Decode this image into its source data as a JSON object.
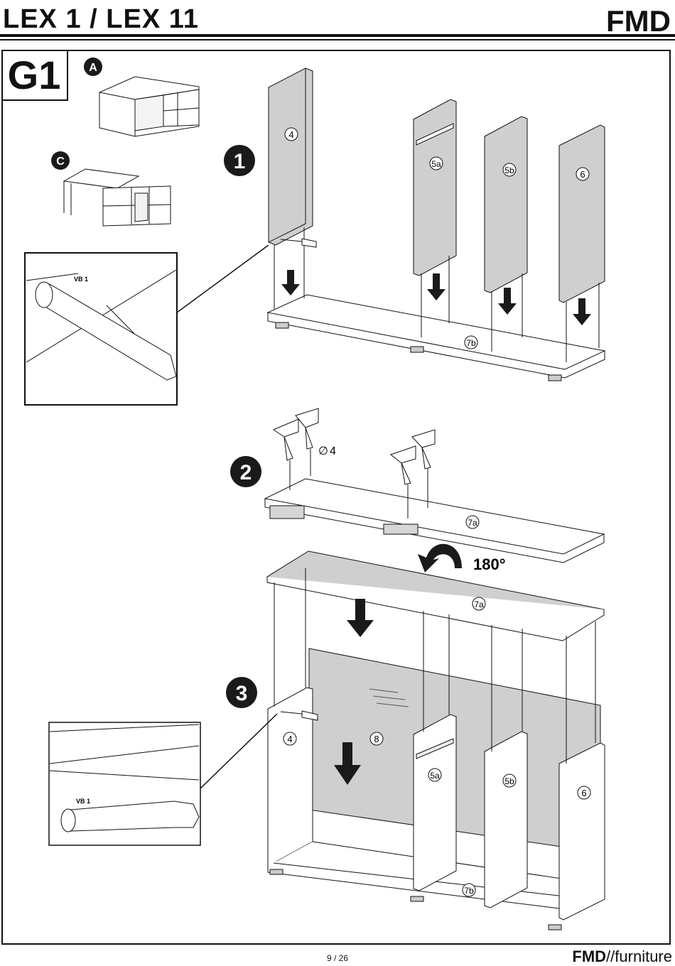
{
  "header": {
    "title": "LEX 1 / LEX 11",
    "brand": "FMD"
  },
  "section": {
    "label": "G1"
  },
  "variants": {
    "a": "A",
    "c": "C"
  },
  "steps": {
    "s1": "1",
    "s2": "2",
    "s3": "3"
  },
  "parts": {
    "p4": "4",
    "p5a": "5a",
    "p5b": "5b",
    "p6": "6",
    "p7a": "7a",
    "p7b": "7b",
    "p8": "8"
  },
  "detail": {
    "vb1": "VB 1"
  },
  "drill": {
    "diameter": "4"
  },
  "rotation": {
    "angle": "180°"
  },
  "footer": {
    "page": "9 / 26",
    "brand_bold": "FMD",
    "brand_rest": "//furniture"
  },
  "colors": {
    "panel_fill": "#cfcfcf",
    "line": "#111111",
    "badge": "#1a1a1a"
  }
}
